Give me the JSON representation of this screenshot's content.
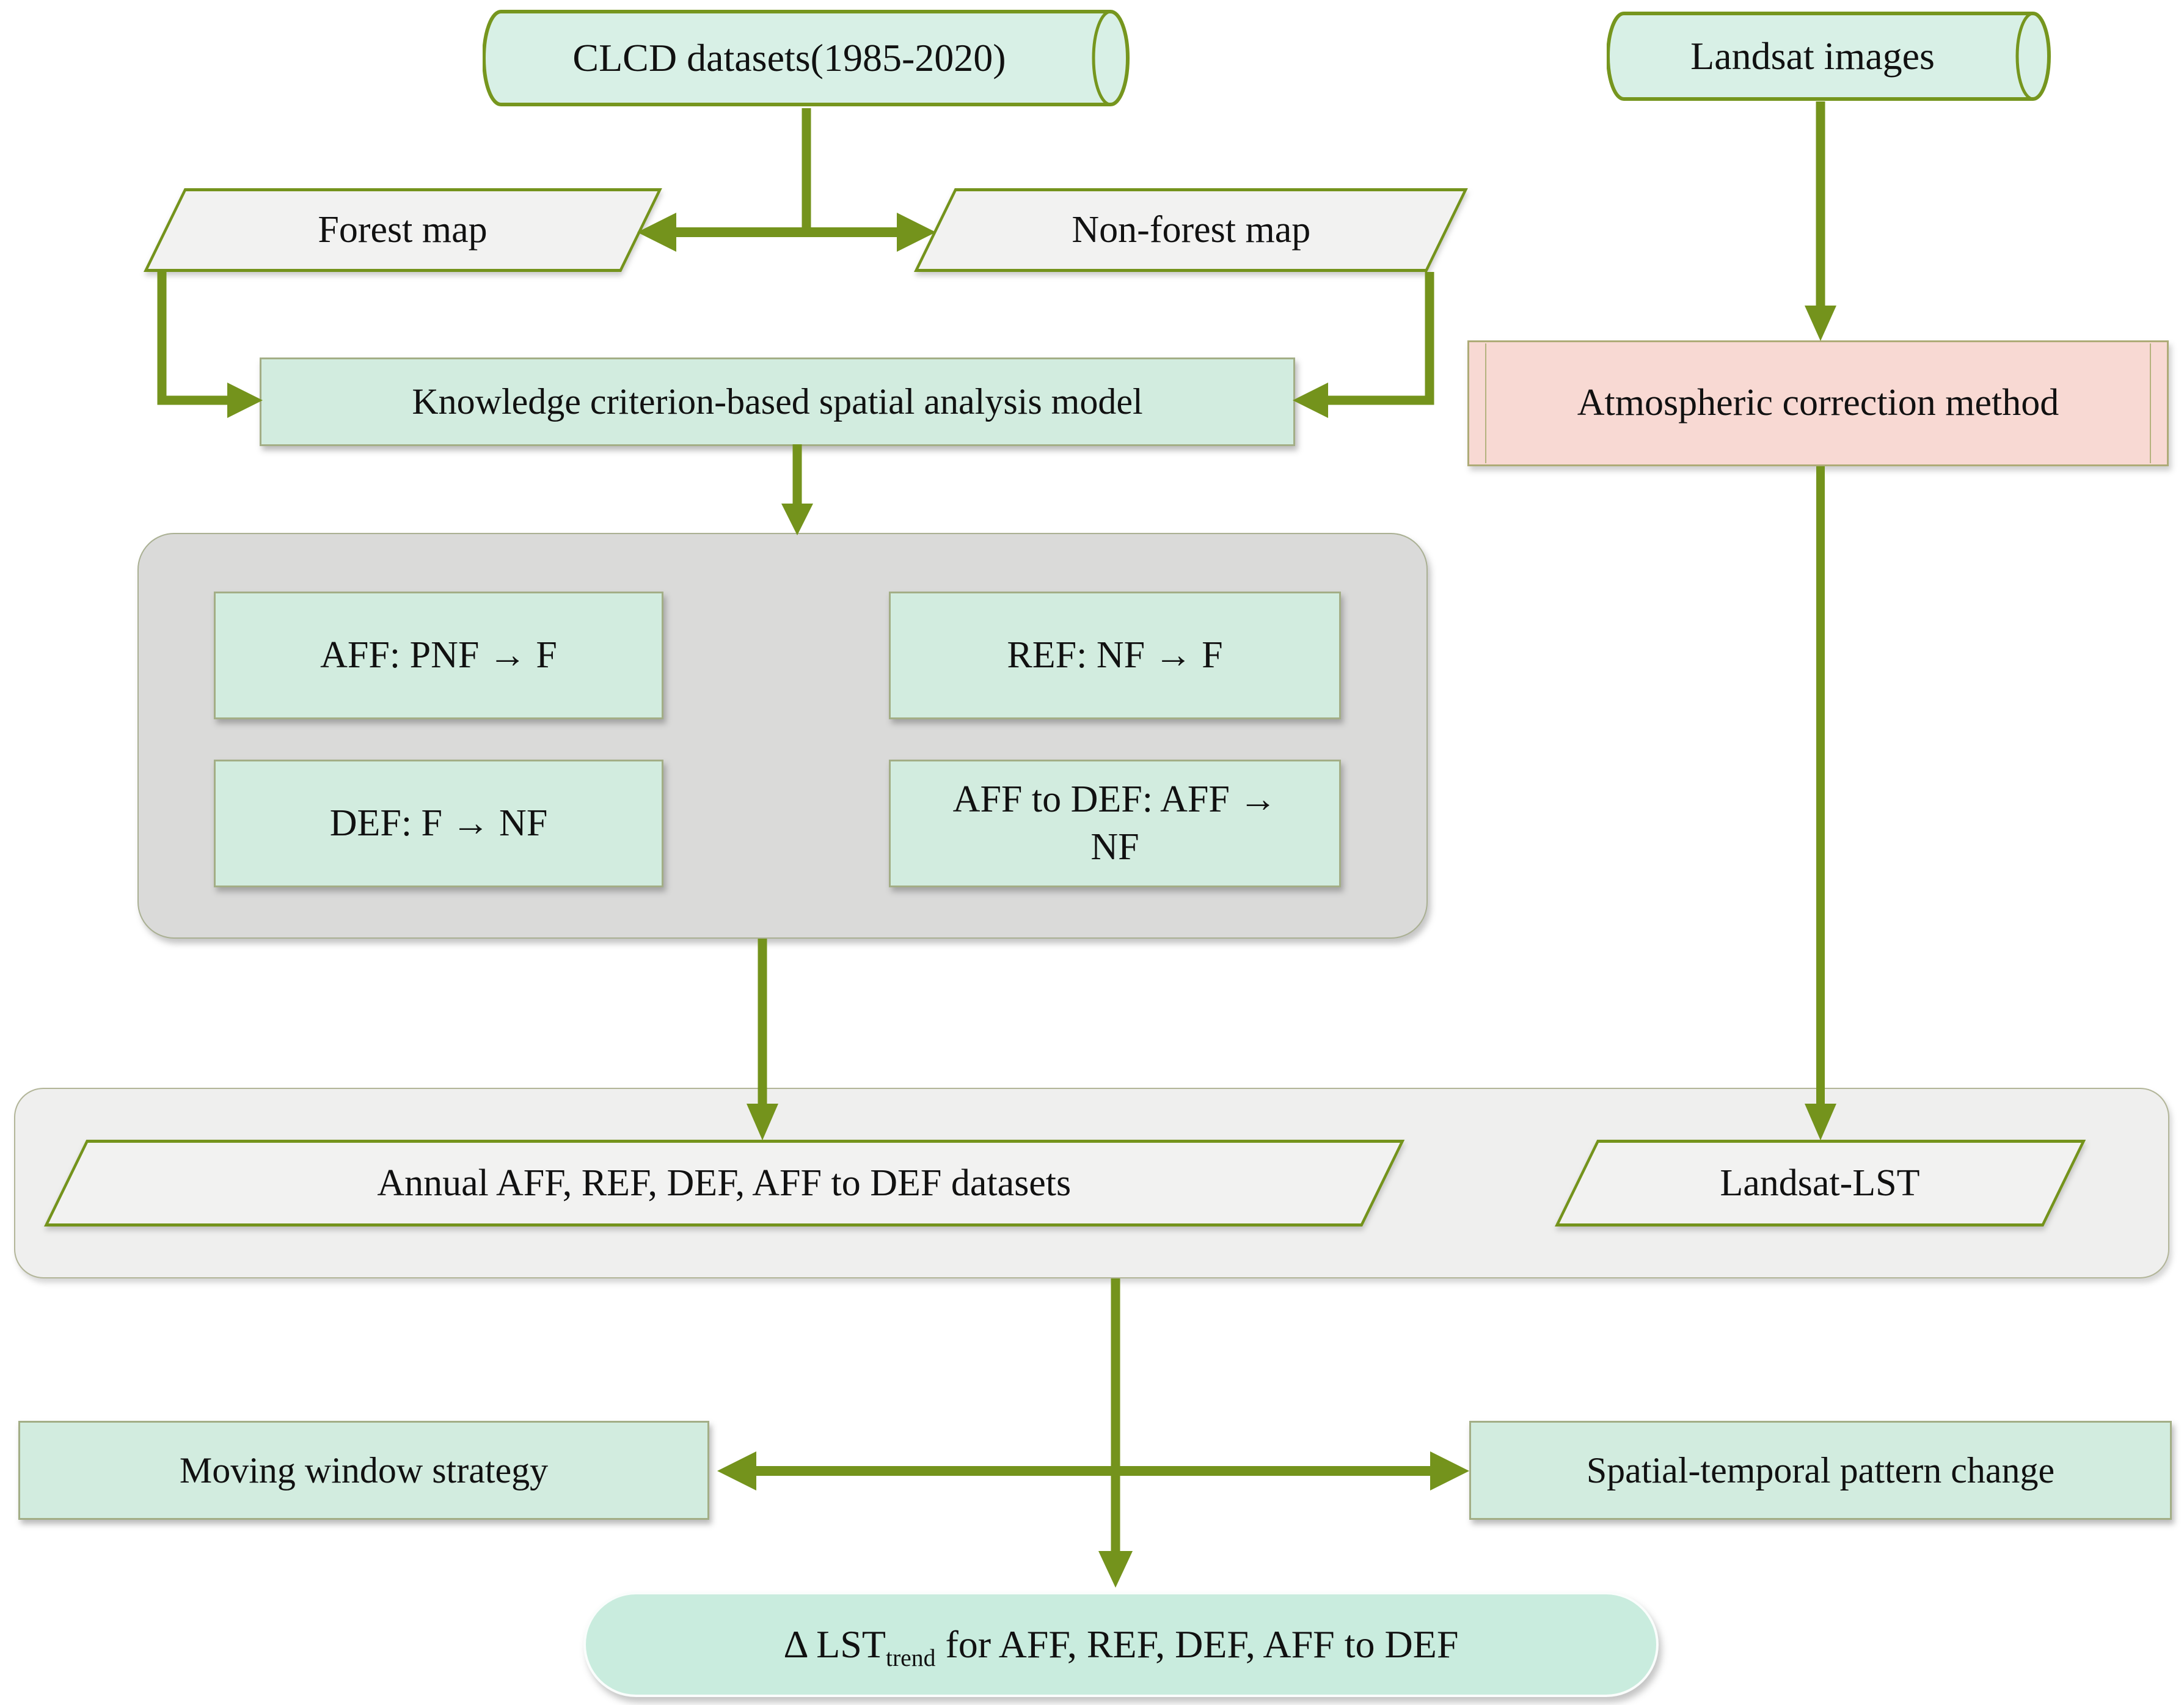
{
  "diagram": {
    "nodes": {
      "clcd": {
        "label": "CLCD datasets(1985-2020)"
      },
      "landsat": {
        "label": "Landsat images"
      },
      "forest_map": {
        "label": "Forest map"
      },
      "non_forest_map": {
        "label": "Non-forest map"
      },
      "knowledge_model": {
        "label": "Knowledge criterion-based spatial analysis model"
      },
      "atmospheric_correction": {
        "label": "Atmospheric correction method"
      },
      "aff": {
        "label": "AFF: PNF → F"
      },
      "ref": {
        "label": "REF: NF → F"
      },
      "def": {
        "label": "DEF: F → NF"
      },
      "aff_to_def": {
        "label": "AFF to DEF: AFF → NF"
      },
      "annual_datasets": {
        "label": "Annual AFF, REF, DEF, AFF to DEF datasets"
      },
      "landsat_lst": {
        "label": "Landsat-LST"
      },
      "moving_window": {
        "label": "Moving window strategy"
      },
      "spatial_temporal": {
        "label": "Spatial-temporal pattern change"
      },
      "lst_trend": {
        "prefix": "Δ LST",
        "subscript": "trend",
        "suffix": " for AFF, REF, DEF, AFF to DEF"
      }
    },
    "colors": {
      "olive_arrow": "#74931c",
      "mint_fill": "#d2ecdf",
      "mint_cylinder_fill": "#d8f0e6",
      "pink_fill": "#f8d9d3",
      "tan_border": "#aeab77",
      "box_border": "#a3ae86",
      "gray_container_fill": "#dadad9",
      "light_container_fill": "#efefee",
      "parallelogram_fill": "#f2f2f1",
      "text": "#111111"
    }
  }
}
